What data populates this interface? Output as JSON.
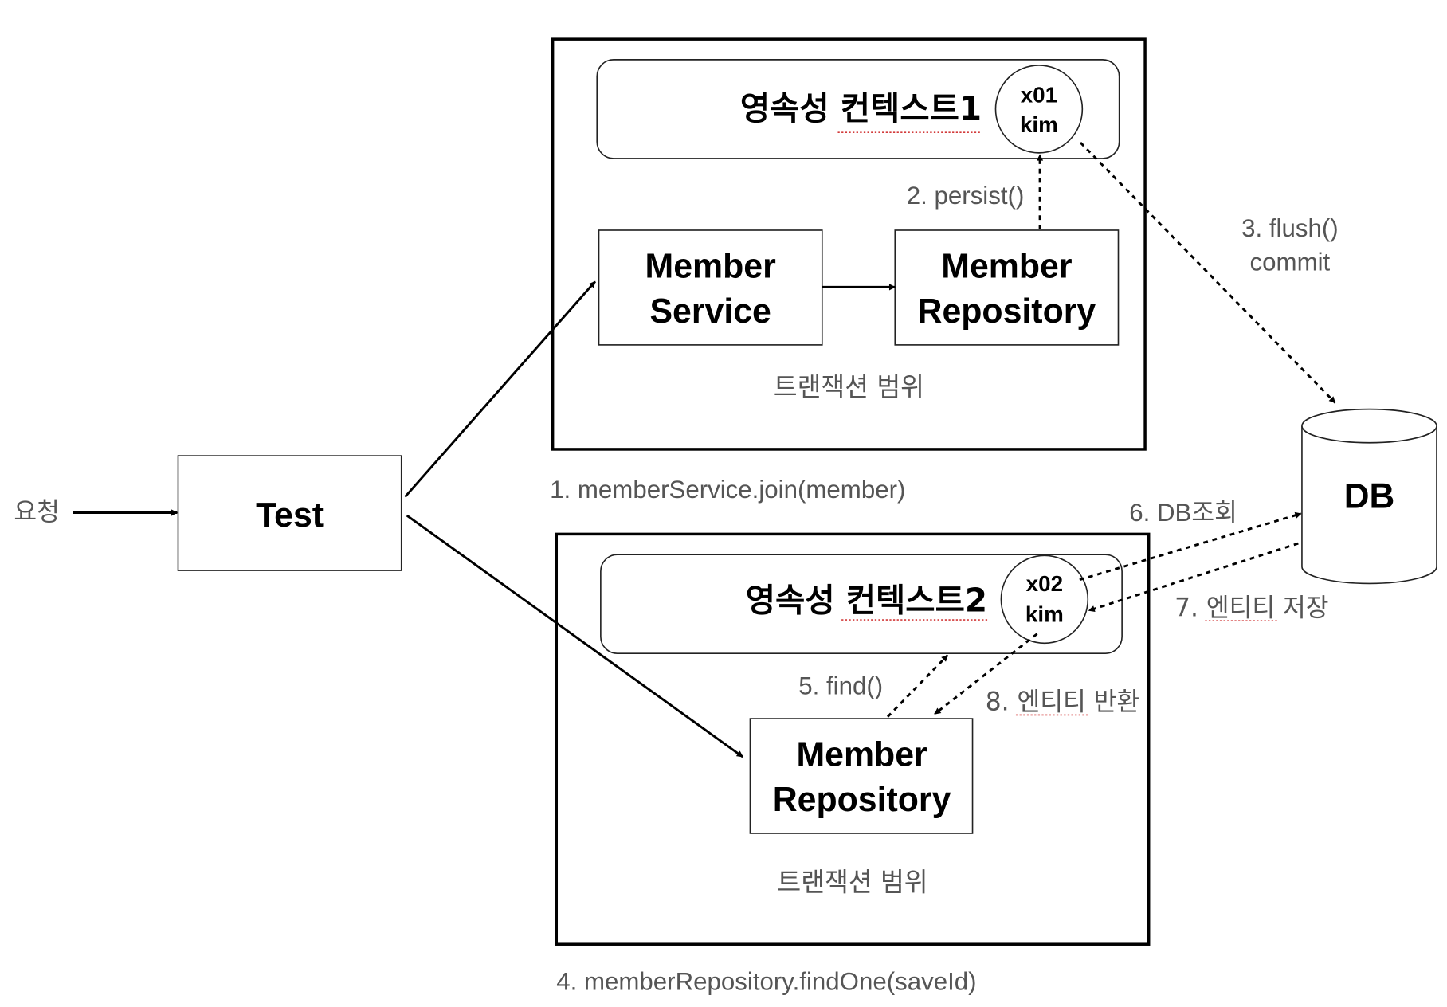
{
  "request_label": "요청",
  "test_label": "Test",
  "transaction1": {
    "context_title": "영속성 컨텍스트1",
    "entity": {
      "id": "x01",
      "name": "kim"
    },
    "service_line1": "Member",
    "service_line2": "Service",
    "repository_line1": "Member",
    "repository_line2": "Repository",
    "scope_label": "트랜잭션 범위",
    "call_label": "1. memberService.join(member)"
  },
  "transaction2": {
    "context_title": "영속성 컨텍스트2",
    "entity": {
      "id": "x02",
      "name": "kim"
    },
    "repository_line1": "Member",
    "repository_line2": "Repository",
    "scope_label": "트랜잭션 범위",
    "call_label": "4. memberRepository.findOne(saveId)"
  },
  "db_label": "DB",
  "steps": {
    "persist": "2. persist()",
    "flush_line1": "3. flush()",
    "flush_line2": "commit",
    "find": "5. find()",
    "db_query": "6. DB조회",
    "entity_store": "7. 엔티티 저장",
    "entity_return": "8. 엔티티 반환"
  }
}
